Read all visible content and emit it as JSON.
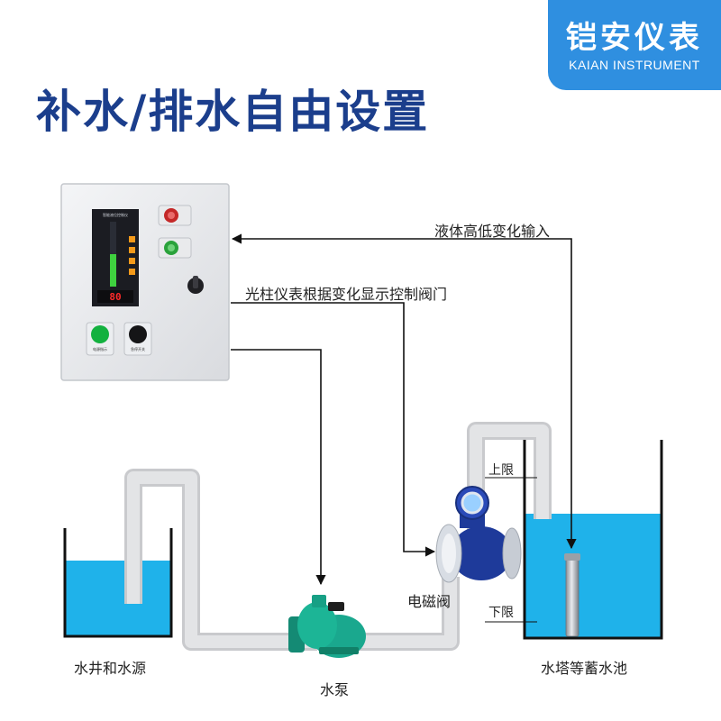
{
  "logo": {
    "brand_cn": "铠安仪表",
    "brand_en": "KAIAN INSTRUMENT",
    "color": "#2f8fe0"
  },
  "title": "补水/排水自由设置",
  "labels": {
    "input_signal": "液体高低变化输入",
    "control_valve": "光柱仪表根据变化显示控制阀门",
    "upper_limit": "上限",
    "lower_limit": "下限",
    "solenoid_valve": "电磁阀",
    "water_source": "水井和水源",
    "water_pump": "水泵",
    "water_tower": "水塔等蓄水池"
  },
  "control_panel": {
    "meter_title": "智能液位控制仪",
    "display_value": "80",
    "start_button_label": "电源指示",
    "stop_button_label": "急停开关"
  },
  "colors": {
    "title": "#1b3e8c",
    "water": "#1fb2ea",
    "pipe": "#dcdde0",
    "valve_body": "#1e3a9a",
    "pump": "#1aa88e"
  }
}
